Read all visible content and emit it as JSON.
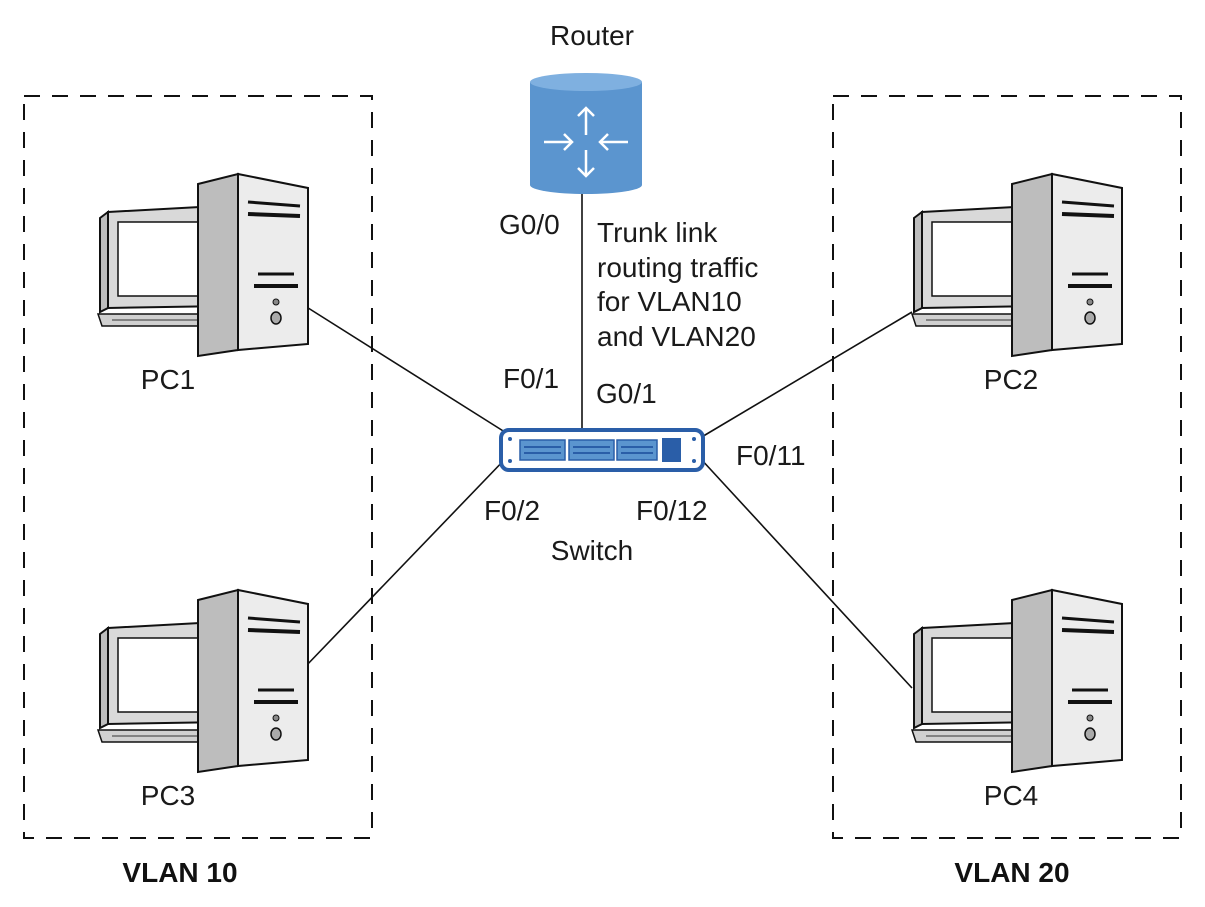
{
  "router": {
    "label": "Router",
    "color": "#5b95cf",
    "icon": "router-arrows-icon"
  },
  "switch": {
    "label": "Switch",
    "color": "#2a5ea8",
    "icon": "switch-icon"
  },
  "trunk_note": [
    "Trunk link",
    "routing traffic",
    "for VLAN10",
    "and VLAN20"
  ],
  "ports": {
    "router_g00": "G0/0",
    "switch_g01": "G0/1",
    "switch_f01": "F0/1",
    "switch_f02": "F0/2",
    "switch_f011": "F0/11",
    "switch_f012": "F0/12"
  },
  "pcs": {
    "pc1": "PC1",
    "pc2": "PC2",
    "pc3": "PC3",
    "pc4": "PC4"
  },
  "vlans": {
    "vlan10": "VLAN 10",
    "vlan20": "VLAN 20"
  }
}
